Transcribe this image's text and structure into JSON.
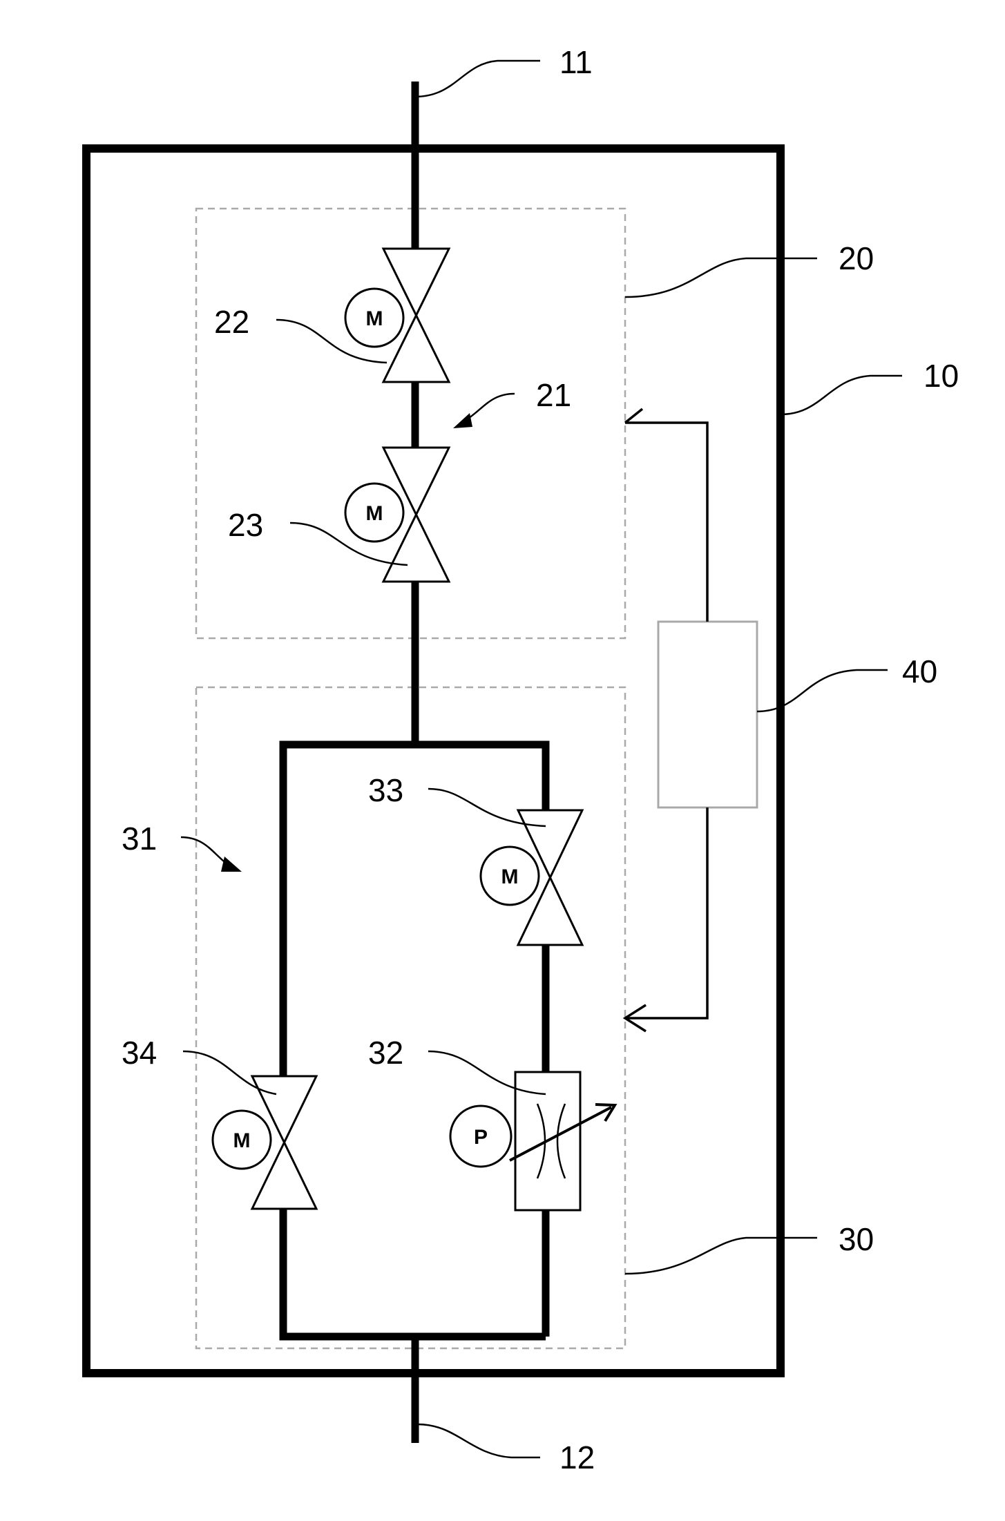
{
  "figure": {
    "labels": {
      "inlet_11": "11",
      "outlet_12": "12",
      "housing_10": "10",
      "module_20": "20",
      "line_21": "21",
      "valve_22": "22",
      "valve_23": "23",
      "module_30": "30",
      "network_31": "31",
      "regulator_32": "32",
      "valve_33": "33",
      "valve_34": "34",
      "controller_40": "40"
    },
    "actuator_symbols": {
      "motor": "M",
      "pneumatic": "P"
    }
  }
}
